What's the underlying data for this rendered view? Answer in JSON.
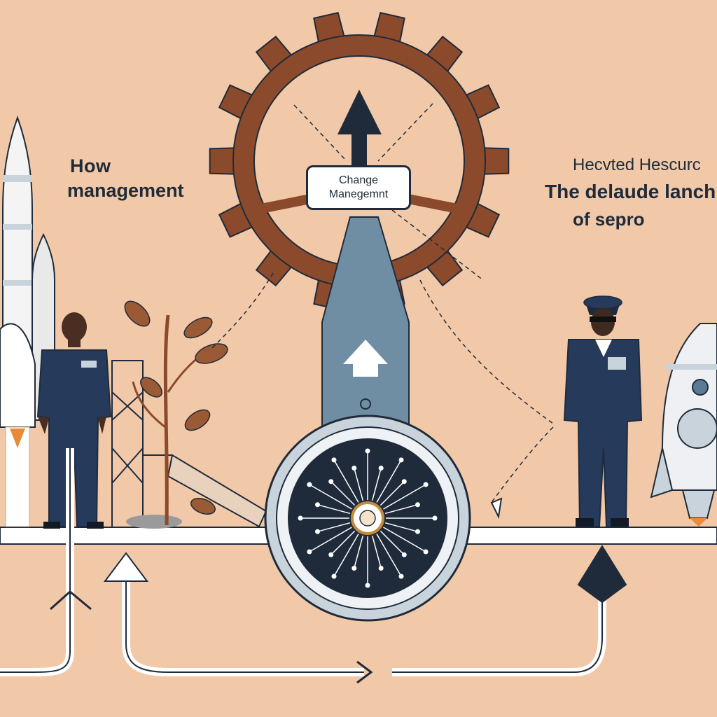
{
  "left_heading": {
    "line1": "How",
    "line2": "management"
  },
  "right_heading": {
    "line1": "Hecvted Hescurc",
    "line2": "The delaude lanch",
    "line3": "of sepro"
  },
  "gear_label": {
    "line1": "Change",
    "line2": "Manegemnt"
  },
  "colors": {
    "background": "#f2c9a8",
    "gear": "#8b4a2b",
    "navy": "#1f2b3a",
    "uniform": "#263a5c",
    "steel": "#6f8ea3",
    "white": "#ffffff",
    "leaf": "#9a5a35"
  },
  "icons": [
    "gear-icon",
    "up-arrow-icon",
    "compass-dial-icon",
    "rocket-icon",
    "plant-icon",
    "officer-figure",
    "flow-arrow-icon"
  ]
}
